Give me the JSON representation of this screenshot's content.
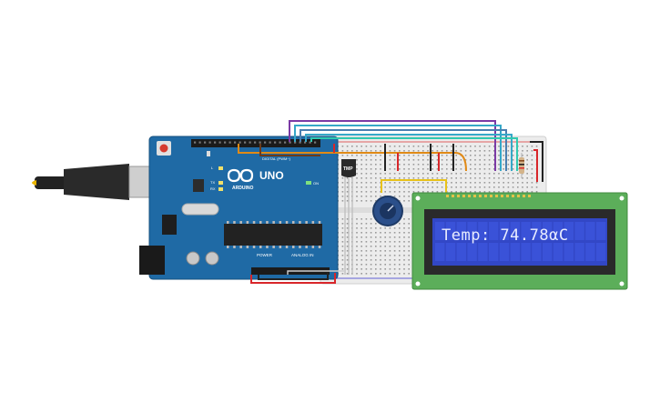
{
  "board": {
    "brand": "ARDUINO",
    "model": "UNO",
    "digital_label": "DIGITAL (PWM~)",
    "power_label": "POWER",
    "analog_label": "ANALOG IN",
    "on_label": "ON",
    "tx_label": "TX",
    "rx_label": "RX",
    "l_label": "L"
  },
  "sensor": {
    "label": "TMP"
  },
  "lcd": {
    "text": "Temp: 74.78αC"
  },
  "colors": {
    "board_blue": "#1f6aa5",
    "lcd_green": "#5cae5a",
    "lcd_screen": "#3247c6",
    "wire_red": "#d8262a",
    "wire_black": "#222222",
    "wire_orange": "#e08a16",
    "wire_purple": "#7b3aa5",
    "wire_cyan": "#36a8c8",
    "wire_yellow": "#e8c21a"
  }
}
